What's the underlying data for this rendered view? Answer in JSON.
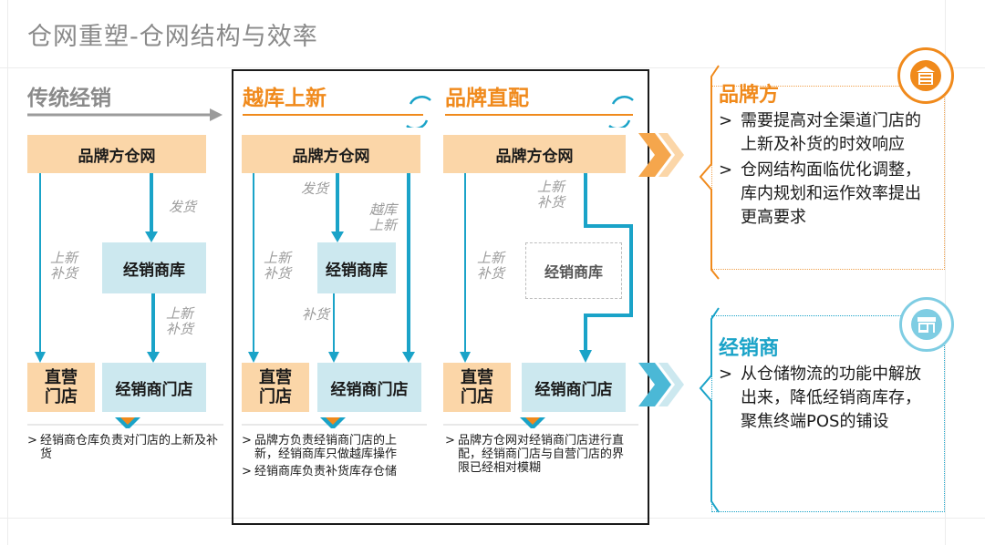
{
  "title": "仓网重塑-仓网结构与效率",
  "colors": {
    "orange": "#f08a1c",
    "blue": "#1aa3c8",
    "orange_box": "#fbd6a8",
    "blue_box": "#cce8ef",
    "gray": "#9b9b9b"
  },
  "left": {
    "title": "传统经销",
    "brand_warehouse": "品牌方仓网",
    "dealer_warehouse": "经销商库",
    "direct_store": "直营门店",
    "dealer_store": "经销商门店",
    "label_ship": "发货",
    "label_new_left": "上新补货",
    "label_new_right": "上新补货",
    "note": "经销商仓库负责对门店的上新及补货"
  },
  "middle": {
    "title": "越库上新",
    "brand_warehouse": "品牌方仓网",
    "dealer_warehouse": "经销商库",
    "direct_store": "直营门店",
    "dealer_store": "经销商门店",
    "label_ship": "发货",
    "label_new": "上新补货",
    "label_cross": "越库上新",
    "label_replenish": "补货",
    "note1": "品牌方负责经销商门店的上新，经销商库只做越库操作",
    "note2": "经销商库负责补货库存仓储"
  },
  "right": {
    "title": "品牌直配",
    "brand_warehouse": "品牌方仓网",
    "dealer_warehouse": "经销商库",
    "direct_store": "直营门店",
    "dealer_store": "经销商门店",
    "label_new_top": "上新补货",
    "label_new_left": "上新补货",
    "note": "品牌方仓网对经销商门店进行直配，经销商门店与自营门店的界限已经相对模糊"
  },
  "panel_brand": {
    "title": "品牌方",
    "icon": "warehouse-icon",
    "bullets": [
      "需要提高对全渠道门店的上新及补货的时效响应",
      "仓网结构面临优化调整，库内规划和运作效率提出更高要求"
    ]
  },
  "panel_dealer": {
    "title": "经销商",
    "icon": "store-icon",
    "bullets": [
      "从仓储物流的功能中解放出来，降低经销商库存，聚焦终端POS的铺设"
    ]
  },
  "marker": ">"
}
